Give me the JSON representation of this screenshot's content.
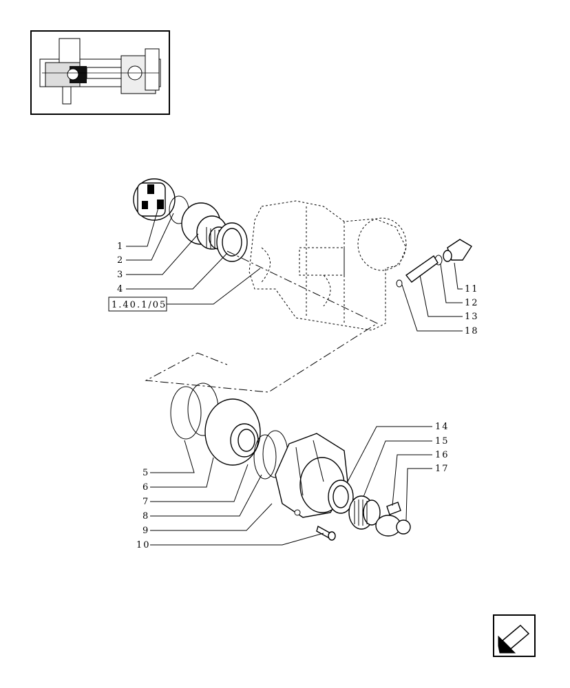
{
  "callouts": {
    "c1": "1",
    "c2": "2",
    "c3": "3",
    "c4": "4",
    "c5": "5",
    "c6": "6",
    "c7": "7",
    "c8": "8",
    "c9": "9",
    "c10": "10",
    "c11": "11",
    "c12": "12",
    "c13": "13",
    "c18": "18",
    "c14": "14",
    "c15": "15",
    "c16": "16",
    "c17": "17"
  },
  "reference_box": "1.40.1/05",
  "icons": {
    "thumbnail": "axle-overview-thumbnail",
    "nav": "previous-page-arrow-icon"
  }
}
